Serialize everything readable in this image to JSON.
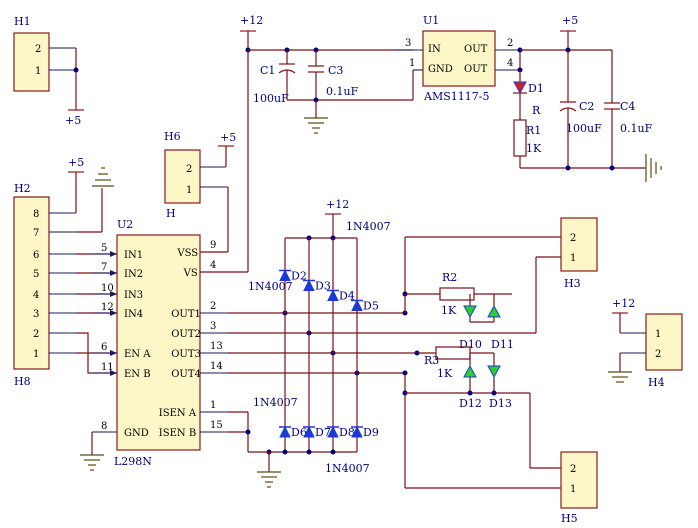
{
  "power": {
    "plus12": "+12",
    "plus5": "+5"
  },
  "h1": {
    "ref": "H1",
    "pin2": "2",
    "pin1": "1"
  },
  "u1": {
    "ref": "U1",
    "part": "AMS1117-5",
    "in": "IN",
    "gnd": "GND",
    "out1": "OUT",
    "out2": "OUT",
    "pin3": "3",
    "pin1": "1",
    "pin2": "2",
    "pin4": "4"
  },
  "c1": {
    "ref": "C1",
    "value": "100uF"
  },
  "c3": {
    "ref": "C3",
    "value": "0.1uF"
  },
  "c2": {
    "ref": "C2",
    "value": "100uF"
  },
  "c4": {
    "ref": "C4",
    "value": "0.1uF"
  },
  "d1": {
    "ref": "D1",
    "label": "R"
  },
  "r1": {
    "ref": "R1",
    "value": "1K"
  },
  "h6": {
    "ref": "H6",
    "name": "H",
    "pin2": "2",
    "pin1": "1"
  },
  "h2": {
    "ref": "H2",
    "ref2": "H8",
    "pins": [
      "8",
      "7",
      "6",
      "5",
      "4",
      "3",
      "2",
      "1"
    ]
  },
  "u2": {
    "ref": "U2",
    "part": "L298N",
    "left_pins": [
      {
        "num": "5",
        "name": "IN1"
      },
      {
        "num": "7",
        "name": "IN2"
      },
      {
        "num": "10",
        "name": "IN3"
      },
      {
        "num": "12",
        "name": "IN4"
      },
      {
        "num": "6",
        "name": "EN A"
      },
      {
        "num": "11",
        "name": "EN B"
      },
      {
        "num": "8",
        "name": "GND"
      }
    ],
    "right_pins": [
      {
        "num": "9",
        "name": "VSS"
      },
      {
        "num": "4",
        "name": "VS"
      },
      {
        "num": "2",
        "name": "OUT1"
      },
      {
        "num": "3",
        "name": "OUT2"
      },
      {
        "num": "13",
        "name": "OUT3"
      },
      {
        "num": "14",
        "name": "OUT4"
      },
      {
        "num": "1",
        "name": "ISEN A"
      },
      {
        "num": "15",
        "name": "ISEN B"
      }
    ]
  },
  "diodes": {
    "part": "1N4007",
    "top": [
      "D2",
      "D3",
      "D4",
      "D5"
    ],
    "bottom": [
      "D6",
      "D7",
      "D8",
      "D9"
    ]
  },
  "r2": {
    "ref": "R2",
    "value": "1K"
  },
  "r3": {
    "ref": "R3",
    "value": "1K"
  },
  "leds": {
    "d10": "D10",
    "d11": "D11",
    "d12": "D12",
    "d13": "D13"
  },
  "h3": {
    "ref": "H3",
    "pin2": "2",
    "pin1": "1"
  },
  "h4": {
    "ref": "H4",
    "pin1": "1",
    "pin2": "2"
  },
  "h5": {
    "ref": "H5",
    "pin2": "2",
    "pin1": "1"
  },
  "colors": {
    "wire": "#7a1018",
    "connector_fill": "#fdf6c6",
    "label": "#000080",
    "diode": "#1c39d8",
    "led_red": "#d11f1f",
    "led_green": "#2bd12b"
  }
}
